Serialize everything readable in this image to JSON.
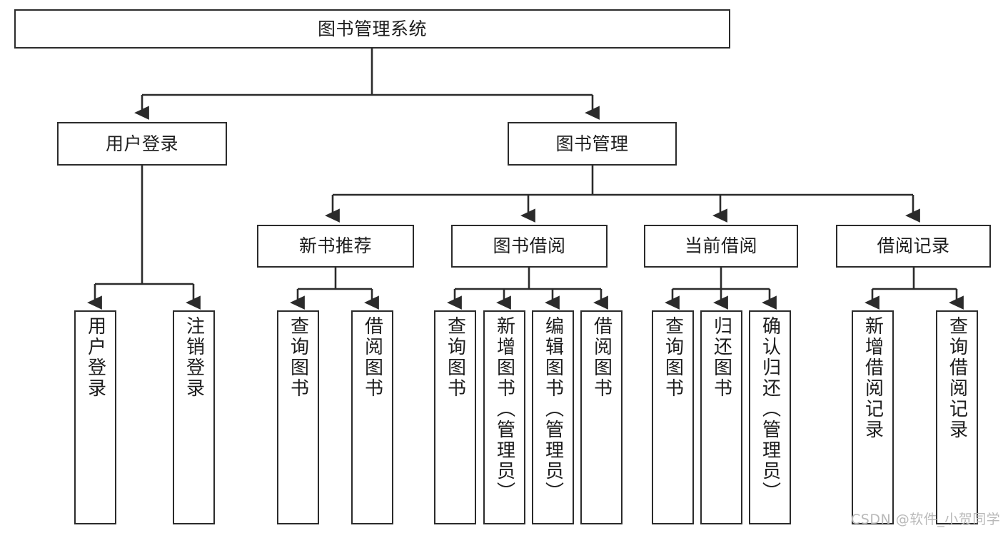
{
  "diagram": {
    "title": "图书管理系统",
    "watermark": "CSDN @软件_小贺同学",
    "colors": {
      "stroke": "#2b2b2b",
      "fill": "#ffffff",
      "text": "#1d1d1d",
      "watermark": "#b9b9b9"
    },
    "root": {
      "label": "图书管理系统"
    },
    "level2": [
      {
        "label": "用户登录"
      },
      {
        "label": "图书管理"
      }
    ],
    "level3": [
      {
        "label": "新书推荐"
      },
      {
        "label": "图书借阅"
      },
      {
        "label": "当前借阅"
      },
      {
        "label": "借阅记录"
      }
    ],
    "leaves": [
      {
        "label": "用户登录",
        "parent": "用户登录"
      },
      {
        "label": "注销登录",
        "parent": "用户登录"
      },
      {
        "label": "查询图书",
        "parent": "新书推荐"
      },
      {
        "label": "借阅图书",
        "parent": "新书推荐"
      },
      {
        "label": "查询图书",
        "parent": "图书借阅"
      },
      {
        "label": "新增图书（管理员）",
        "parent": "图书借阅"
      },
      {
        "label": "编辑图书（管理员）",
        "parent": "图书借阅"
      },
      {
        "label": "借阅图书",
        "parent": "图书借阅"
      },
      {
        "label": "查询图书",
        "parent": "当前借阅"
      },
      {
        "label": "归还图书",
        "parent": "当前借阅"
      },
      {
        "label": "确认归还（管理员）",
        "parent": "当前借阅"
      },
      {
        "label": "新增借阅记录",
        "parent": "借阅记录"
      },
      {
        "label": "查询借阅记录",
        "parent": "借阅记录"
      }
    ]
  }
}
